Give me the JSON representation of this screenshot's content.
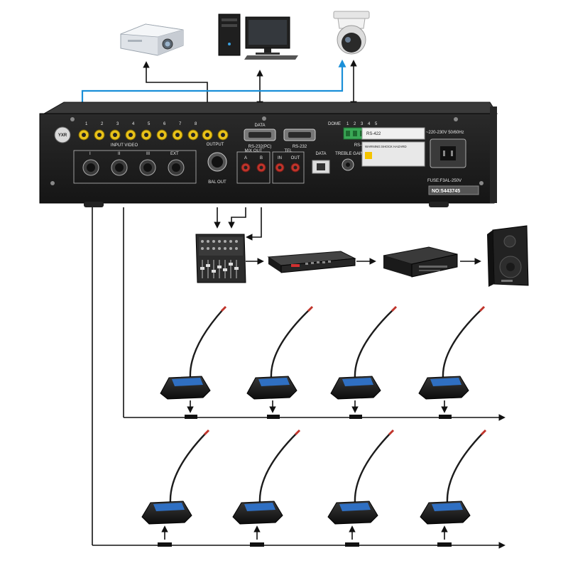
{
  "panel": {
    "brand": "YXR",
    "input_video_label": "INPUT VIDEO",
    "input_numbers": [
      "1",
      "2",
      "3",
      "4",
      "5",
      "6",
      "7",
      "8"
    ],
    "input_roman": [
      "I",
      "II",
      "III",
      "EXT"
    ],
    "output_label": "OUTPUT",
    "data_label": "DATA",
    "rs232pc_label": "RS-232(PC)",
    "dome_label": "DOME",
    "dome_pins": [
      "1",
      "2",
      "3",
      "4",
      "5"
    ],
    "rs232_label": "RS-232",
    "rs422_label": "RS-422",
    "rs422_top_label": "RS-422",
    "power_label": "~220-230V 50/60Hz",
    "fuse_label": "FUSE:F3AL-250V",
    "serial_label": "NO:5443745",
    "mixout_label": "MIX OUT",
    "mix_a": "A",
    "mix_b": "B",
    "tel_label": "TEL",
    "tel_in": "IN",
    "tel_out": "OUT",
    "data_port_label": "DATA",
    "treble_label": "TREBLE GAIN",
    "bal_out_label": "BAL OUT",
    "warning_label": "WARNING:SHOCK HAZARD"
  },
  "devices": {
    "projector": "projector",
    "computer": "computer",
    "camera": "dome-camera",
    "mixer": "audio-mixer",
    "processor": "audio-processor",
    "amplifier": "power-amplifier",
    "speaker": "loudspeaker"
  },
  "colors": {
    "panel": "#1c1c1c",
    "blue_link": "#1a8fd8",
    "rca_yellow": "#e8c21a",
    "rca_red": "#c0342b",
    "green_terminal": "#3aa856"
  },
  "microphones": {
    "row1_count": 4,
    "row2_count": 4
  }
}
